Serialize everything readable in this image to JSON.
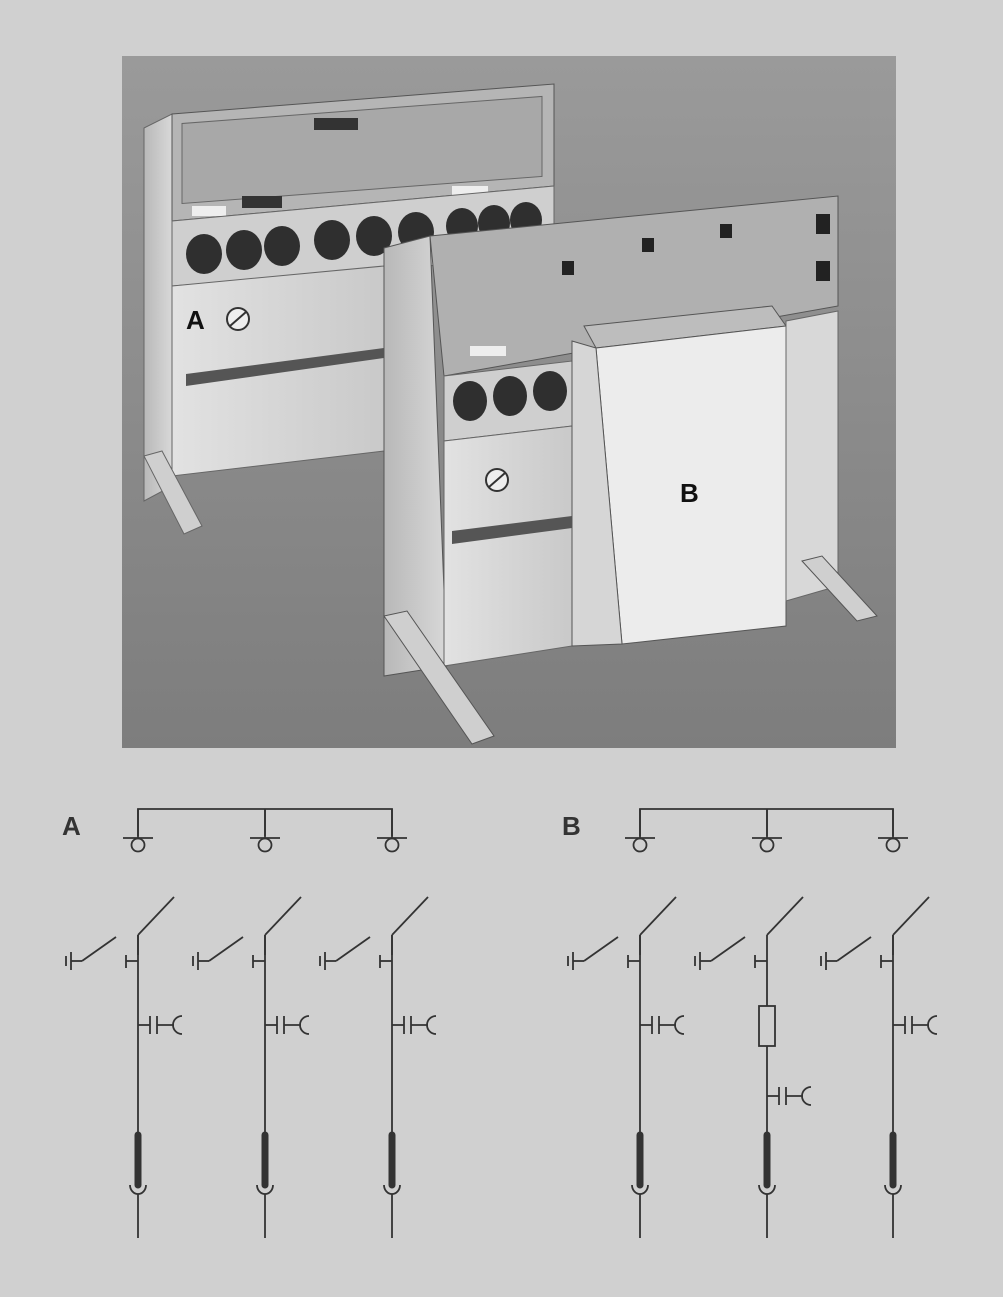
{
  "photo": {
    "label_a": "A",
    "label_b": "B"
  },
  "diagrams": {
    "label_a": "A",
    "label_b": "B"
  },
  "colors": {
    "background": "#d0d0d0",
    "line": "#333333",
    "photo_bg": "#8d8d8d"
  }
}
